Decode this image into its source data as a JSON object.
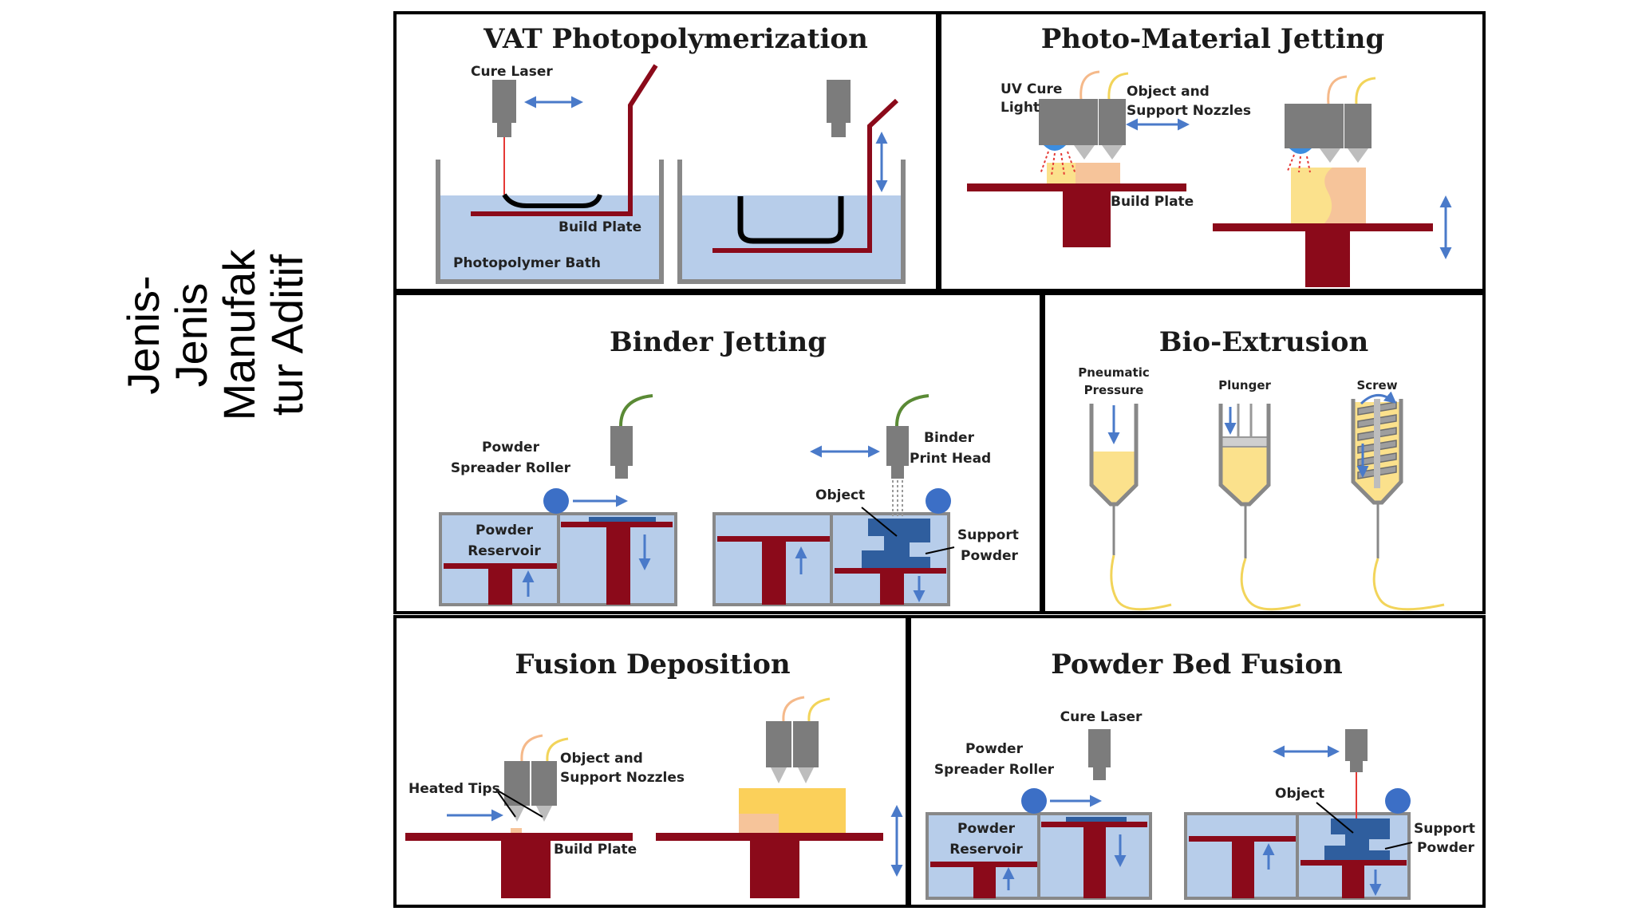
{
  "side_title": {
    "lines": [
      "Jenis-",
      "Jenis",
      "Manufak",
      "tur Aditif"
    ]
  },
  "colors": {
    "plate": "#8b0a1a",
    "liquid": "#b7cdea",
    "arrow": "#4a7ac9",
    "nozzle": "#7c7c7c",
    "object_blue": "#2f5e9e",
    "resin_yellow": "#fbe18c",
    "object_peach": "#f6c49a",
    "roller": "#3c6fc6",
    "frame": "#000000"
  },
  "panels": {
    "vat": {
      "title": "VAT Photopolymerization",
      "cure_laser": "Cure Laser",
      "build_plate": "Build Plate",
      "bath": "Photopolymer Bath"
    },
    "jetting": {
      "title": "Photo-Material Jetting",
      "uv1": "UV Cure",
      "uv2": "Light",
      "obj1": "Object and",
      "obj2": "Support Nozzles",
      "build_plate": "Build Plate"
    },
    "binder": {
      "title": "Binder Jetting",
      "spreader1": "Powder",
      "spreader2": "Spreader Roller",
      "res1": "Powder",
      "res2": "Reservoir",
      "head1": "Binder",
      "head2": "Print Head",
      "object": "Object",
      "sup1": "Support",
      "sup2": "Powder"
    },
    "bio": {
      "title": "Bio-Extrusion",
      "pneu1": "Pneumatic",
      "pneu2": "Pressure",
      "plunger": "Plunger",
      "screw": "Screw"
    },
    "fusion": {
      "title": "Fusion Deposition",
      "heated": "Heated Tips",
      "obj1": "Object and",
      "obj2": "Support Nozzles",
      "build_plate": "Build Plate"
    },
    "pbf": {
      "title": "Powder Bed Fusion",
      "cure_laser": "Cure Laser",
      "spreader1": "Powder",
      "spreader2": "Spreader Roller",
      "res1": "Powder",
      "res2": "Reservoir",
      "object": "Object",
      "sup1": "Support",
      "sup2": "Powder"
    }
  }
}
